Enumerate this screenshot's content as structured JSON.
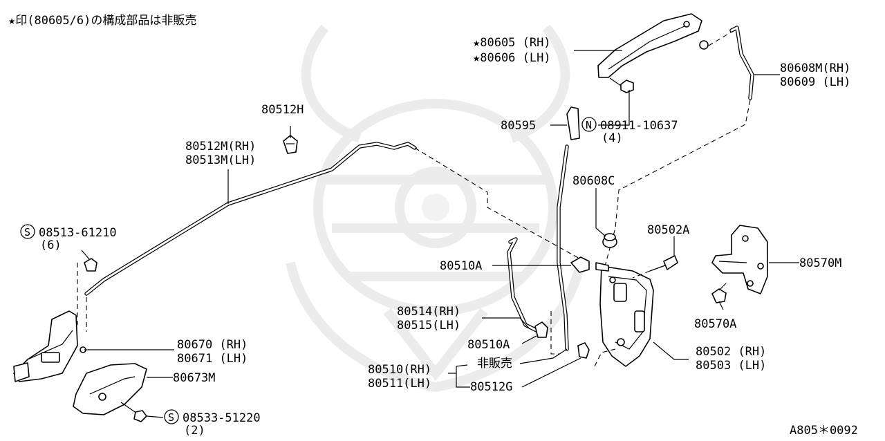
{
  "header": {
    "note": "★印(80605/6)の構成部品は非販売"
  },
  "footer": {
    "diagram_code": "A805＊0092"
  },
  "labels": {
    "p80605": "★80605 (RH)",
    "p80606": "★80606 (LH)",
    "p80608m": "80608M(RH)",
    "p80609": "80609 (LH)",
    "p80512h": "80512H",
    "p80512m": "80512M(RH)",
    "p80513m": "80513M(LH)",
    "p80595": "80595",
    "n08911": "08911-10637",
    "n08911_qty": "(4)",
    "p80608c": "80608C",
    "p80502a": "80502A",
    "s08513": "08513-61210",
    "s08513_qty": "(6)",
    "p80570m": "80570M",
    "p80510a_1": "80510A",
    "p80514": "80514(RH)",
    "p80515": "80515(LH)",
    "p80570a": "80570A",
    "p80510a_2": "80510A",
    "p80670": "80670 (RH)",
    "p80671": "80671 (LH)",
    "p80502": "80502 (RH)",
    "p80503": "80503 (LH)",
    "p80510": "80510(RH)",
    "p80511": "80511(LH)",
    "not_sold": "非販売",
    "p80512g": "80512G",
    "p80673m": "80673M",
    "s08533": "08533-51220",
    "s08533_qty": "(2)"
  },
  "symbols": {
    "n_mark": "N",
    "s_mark": "S"
  },
  "icons": [
    "samurai-helmet-watermark-icon",
    "door-outside-handle-icon",
    "door-lock-actuator-icon",
    "striker-icon",
    "inside-handle-icon",
    "screw-icon",
    "clip-icon",
    "rod-icon"
  ]
}
